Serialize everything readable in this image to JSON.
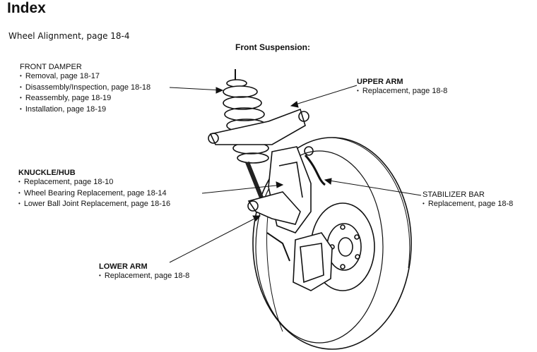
{
  "header": {
    "title": "Index",
    "subtitle": "Wheel Alignment, page 18-4",
    "diagram_title": "Front Suspension:"
  },
  "labels": {
    "front_damper": {
      "title": "FRONT DAMPER",
      "items": [
        "Removal, page 18-17",
        "Disassembly/Inspection, page 18-18",
        "Reassembly, page 18-19",
        "Installation, page 18-19"
      ]
    },
    "upper_arm": {
      "title": "UPPER ARM",
      "items": [
        "Replacement, page 18-8"
      ]
    },
    "knuckle_hub": {
      "title": "KNUCKLE/HUB",
      "items": [
        "Replacement, page 18-10",
        "Wheel Bearing Replacement, page 18-14",
        "Lower Ball Joint Replacement, page 18-16"
      ]
    },
    "stabilizer_bar": {
      "title": "STABILIZER BAR",
      "items": [
        "Replacement, page 18-8"
      ]
    },
    "lower_arm": {
      "title": "LOWER ARM",
      "items": [
        "Replacement, page 18-8"
      ]
    }
  }
}
